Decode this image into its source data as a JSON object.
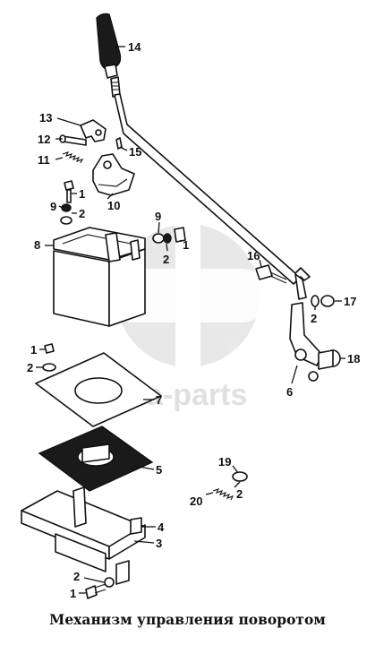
{
  "caption": "Механизм управления поворотом",
  "watermark": "deta-parts",
  "callouts": [
    {
      "id": "c14",
      "label": "14"
    },
    {
      "id": "c13",
      "label": "13"
    },
    {
      "id": "c12",
      "label": "12"
    },
    {
      "id": "c15",
      "label": "15"
    },
    {
      "id": "c11",
      "label": "11"
    },
    {
      "id": "c1a",
      "label": "1"
    },
    {
      "id": "c9a",
      "label": "9"
    },
    {
      "id": "c2a",
      "label": "2"
    },
    {
      "id": "c10",
      "label": "10"
    },
    {
      "id": "c9b",
      "label": "9"
    },
    {
      "id": "c1b",
      "label": "1"
    },
    {
      "id": "c2b",
      "label": "2"
    },
    {
      "id": "c8",
      "label": "8"
    },
    {
      "id": "c16",
      "label": "16"
    },
    {
      "id": "c17",
      "label": "17"
    },
    {
      "id": "c2c",
      "label": "2"
    },
    {
      "id": "c18",
      "label": "18"
    },
    {
      "id": "c6",
      "label": "6"
    },
    {
      "id": "c1c",
      "label": "1"
    },
    {
      "id": "c2d",
      "label": "2"
    },
    {
      "id": "c7",
      "label": "7"
    },
    {
      "id": "c5",
      "label": "5"
    },
    {
      "id": "c19",
      "label": "19"
    },
    {
      "id": "c2e",
      "label": "2"
    },
    {
      "id": "c20",
      "label": "20"
    },
    {
      "id": "c4",
      "label": "4"
    },
    {
      "id": "c3",
      "label": "3"
    },
    {
      "id": "c2f",
      "label": "2"
    },
    {
      "id": "c1d",
      "label": "1"
    }
  ]
}
